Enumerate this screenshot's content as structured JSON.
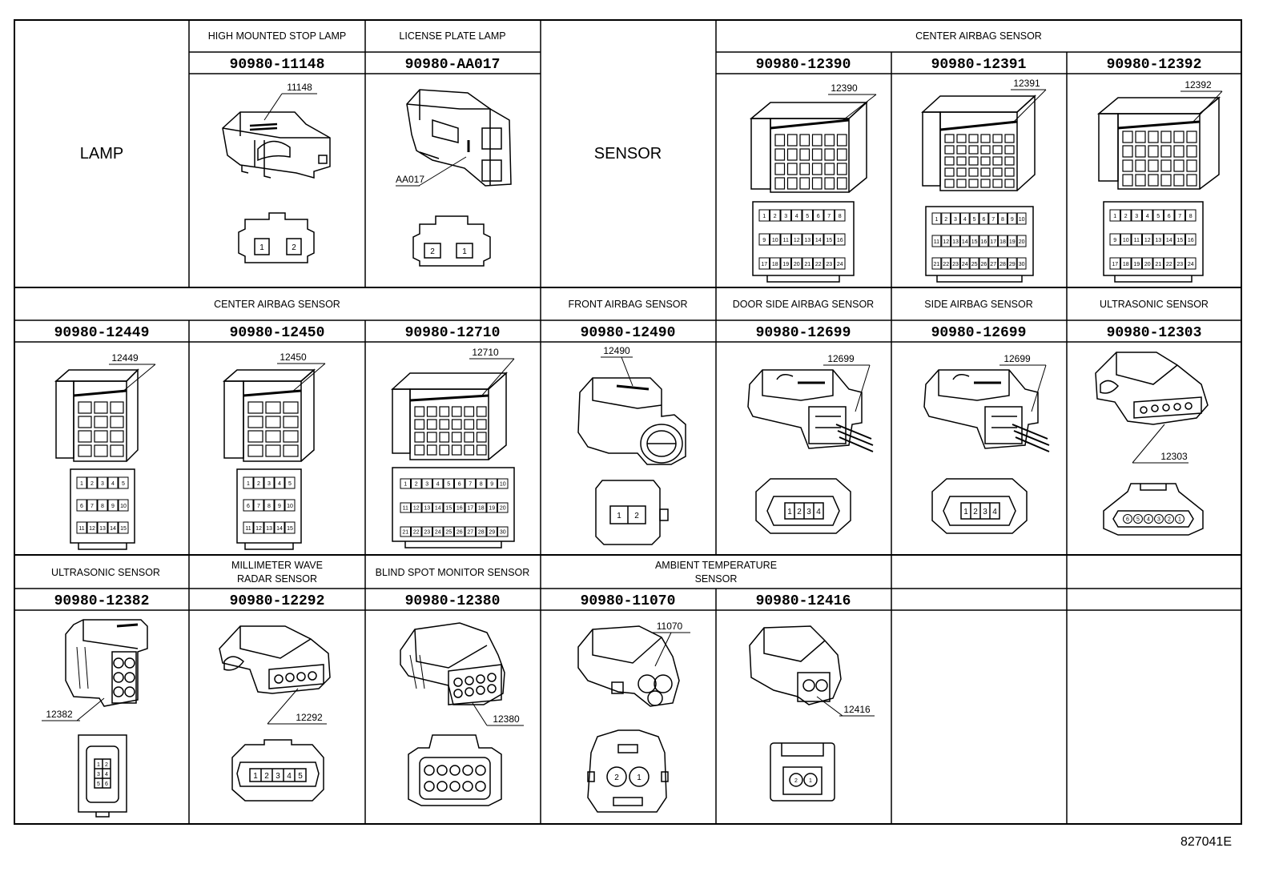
{
  "row1": {
    "group_label": "LAMP",
    "hmsl": {
      "title": "HIGH MOUNTED STOP LAMP",
      "part": "90980-11148",
      "callout": "11148",
      "pins": [
        "1",
        "2"
      ]
    },
    "lic": {
      "title": "LICENSE PLATE LAMP",
      "part": "90980-AA017",
      "callout": "AA017",
      "pins": [
        "2",
        "1"
      ]
    },
    "sensor_label": "SENSOR",
    "center_title": "CENTER AIRBAG SENSOR",
    "c1": {
      "part": "90980-12390",
      "callout": "12390",
      "pins": [
        "1",
        "2",
        "3",
        "4",
        "5",
        "6",
        "7",
        "8",
        "9",
        "10",
        "11",
        "12",
        "13",
        "14",
        "15",
        "16",
        "17",
        "18",
        "19",
        "20",
        "21",
        "22",
        "23",
        "24"
      ]
    },
    "c2": {
      "part": "90980-12391",
      "callout": "12391",
      "pins": [
        "1",
        "2",
        "3",
        "4",
        "5",
        "6",
        "7",
        "8",
        "9",
        "10",
        "11",
        "12",
        "13",
        "14",
        "15",
        "16",
        "17",
        "18",
        "19",
        "20",
        "21",
        "22",
        "23",
        "24",
        "25",
        "26",
        "27",
        "28",
        "29",
        "30"
      ]
    },
    "c3": {
      "part": "90980-12392",
      "callout": "12392",
      "pins": [
        "1",
        "2",
        "3",
        "4",
        "5",
        "6",
        "7",
        "8",
        "9",
        "10",
        "11",
        "12",
        "13",
        "14",
        "15",
        "16",
        "17",
        "18",
        "19",
        "20",
        "21",
        "22",
        "23",
        "24"
      ]
    }
  },
  "row2": {
    "center_title": "CENTER AIRBAG SENSOR",
    "a": {
      "part": "90980-12449",
      "callout": "12449",
      "pins": [
        "1",
        "2",
        "3",
        "4",
        "5",
        "6",
        "7",
        "8",
        "9",
        "10",
        "11",
        "12",
        "13",
        "14",
        "15"
      ]
    },
    "b": {
      "part": "90980-12450",
      "callout": "12450",
      "pins": [
        "1",
        "2",
        "3",
        "4",
        "5",
        "6",
        "7",
        "8",
        "9",
        "10",
        "11",
        "12",
        "13",
        "14",
        "15"
      ]
    },
    "c": {
      "part": "90980-12710",
      "callout": "12710",
      "pins": [
        "1",
        "2",
        "3",
        "4",
        "5",
        "6",
        "7",
        "8",
        "9",
        "10",
        "11",
        "12",
        "13",
        "14",
        "15",
        "16",
        "17",
        "18",
        "19",
        "20",
        "21",
        "22",
        "23",
        "24",
        "25",
        "26",
        "27",
        "28",
        "29",
        "30"
      ]
    },
    "front": {
      "title": "FRONT AIRBAG SENSOR",
      "part": "90980-12490",
      "callout": "12490",
      "pins": [
        "1",
        "2"
      ]
    },
    "door": {
      "title": "DOOR SIDE AIRBAG SENSOR",
      "part": "90980-12699",
      "callout": "12699",
      "pins": [
        "1",
        "2",
        "3",
        "4"
      ]
    },
    "side": {
      "title": "SIDE AIRBAG SENSOR",
      "part": "90980-12699",
      "callout": "12699",
      "pins": [
        "1",
        "2",
        "3",
        "4"
      ]
    },
    "ultra": {
      "title": "ULTRASONIC SENSOR",
      "part": "90980-12303",
      "callout": "12303",
      "pins": [
        "6",
        "5",
        "4",
        "3",
        "2",
        "1"
      ]
    }
  },
  "row3": {
    "ultra": {
      "title": "ULTRASONIC SENSOR",
      "part": "90980-12382",
      "callout": "12382",
      "pins": [
        "1",
        "2",
        "3",
        "4",
        "5",
        "6"
      ]
    },
    "mmw": {
      "title_1": "MILLIMETER WAVE",
      "title_2": "RADAR SENSOR",
      "part": "90980-12292",
      "callout": "12292",
      "pins": [
        "1",
        "2",
        "3",
        "4",
        "5"
      ]
    },
    "bsm": {
      "title": "BLIND SPOT MONITOR SENSOR",
      "part": "90980-12380",
      "callout": "12380"
    },
    "amb": {
      "title_1": "AMBIENT TEMPERATURE",
      "title_2": "SENSOR"
    },
    "amb1": {
      "part": "90980-11070",
      "callout": "11070",
      "pins": [
        "2",
        "1"
      ]
    },
    "amb2": {
      "part": "90980-12416",
      "callout": "12416",
      "pins": [
        "2",
        "1"
      ]
    }
  },
  "figure_number": "827041E"
}
